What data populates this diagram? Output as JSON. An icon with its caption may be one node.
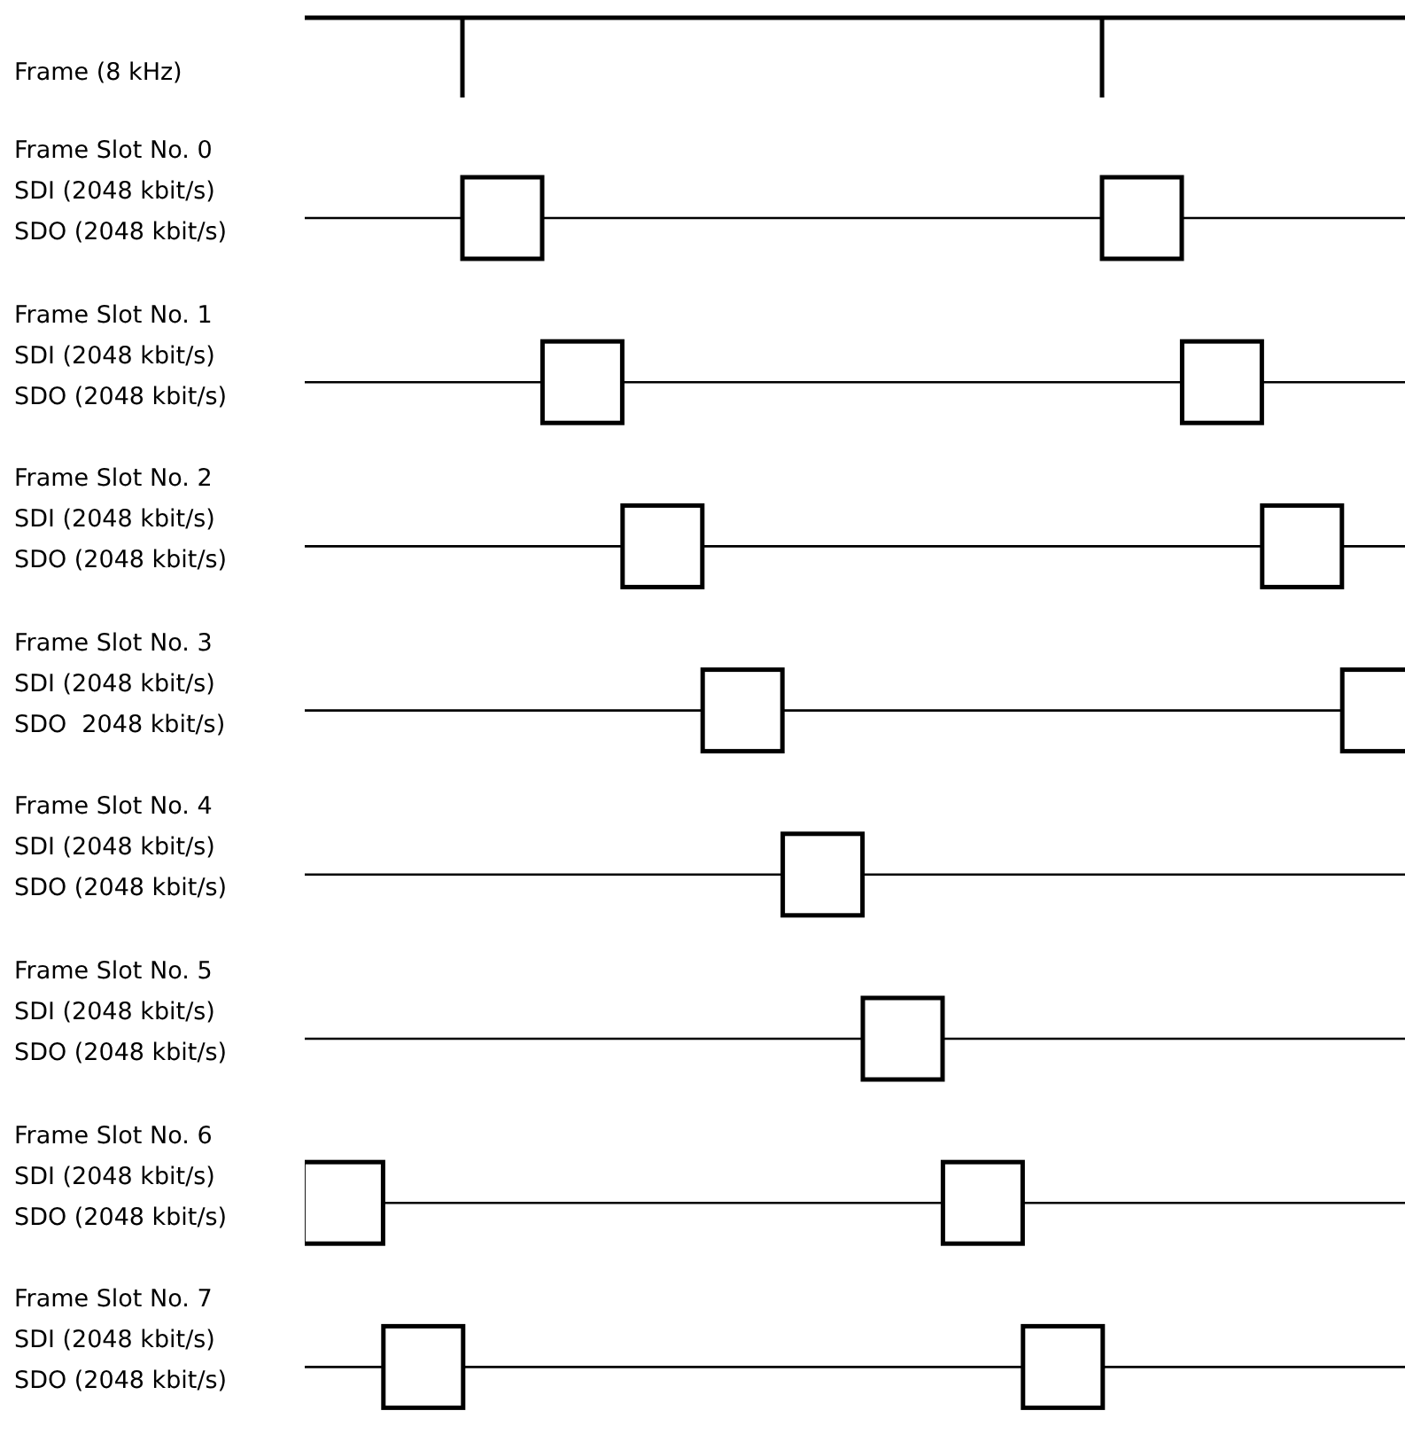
{
  "diagram": {
    "labels": [
      "Frame (8 kHz)",
      "Frame Slot No. 0",
      "SDI (2048 kbit/s)",
      "SDO (2048 kbit/s)",
      "Frame Slot No. 1",
      "SDI (2048 kbit/s)",
      "SDO (2048 kbit/s)",
      "Frame Slot No. 2",
      "SDI (2048 kbit/s)",
      "SDO (2048 kbit/s)",
      "Frame Slot No. 3",
      "SDI (2048 kbit/s)",
      "SDO  2048 kbit/s)",
      "Frame Slot No. 4",
      "SDI (2048 kbit/s)",
      "SDO (2048 kbit/s)",
      "Frame Slot No. 5",
      "SDI (2048 kbit/s)",
      "SDO (2048 kbit/s)",
      "Frame Slot No. 6",
      "SDI (2048 kbit/s)",
      "SDO (2048 kbit/s)",
      "Frame Slot No. 7",
      "SDI (2048 kbit/s)",
      "SDO (2048 kbit/s)"
    ]
  }
}
